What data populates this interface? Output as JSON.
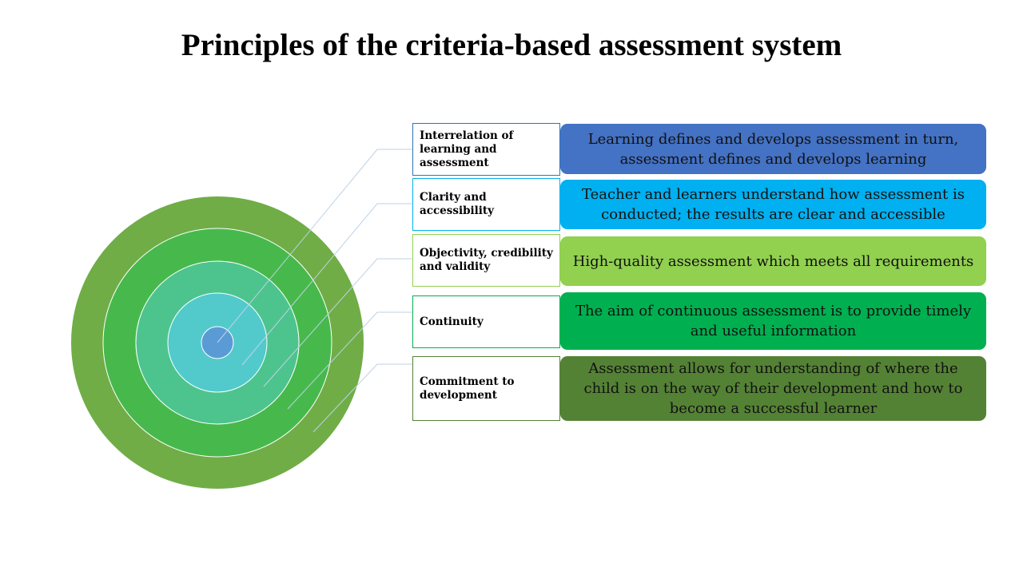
{
  "title": "Principles of the criteria-based assessment system",
  "colors": {
    "blue": "#4472C4",
    "cyan": "#00B0F0",
    "light_green": "#92D050",
    "green": "#00B050",
    "dark_green": "#548235"
  },
  "principles": [
    {
      "label": "Interrelation of learning and assessment",
      "description": "Learning defines and develops assessment in turn, assessment defines and develops learning",
      "color": "#4472C4"
    },
    {
      "label": "Clarity and accessibility",
      "description": "Teacher and learners understand how assessment is conducted; the results are clear and accessible",
      "color": "#00B0F0"
    },
    {
      "label": "Objectivity, credibility and validity",
      "description": "High-quality assessment which meets all requirements",
      "color": "#92D050"
    },
    {
      "label": "Continuity",
      "description": "The aim of continuous assessment is to provide timely and useful information",
      "color": "#00B050"
    },
    {
      "label": "Commitment to development",
      "description": "Assessment allows for understanding of where the child is on the way of their development and how to become a successful learner",
      "color": "#548235"
    }
  ]
}
